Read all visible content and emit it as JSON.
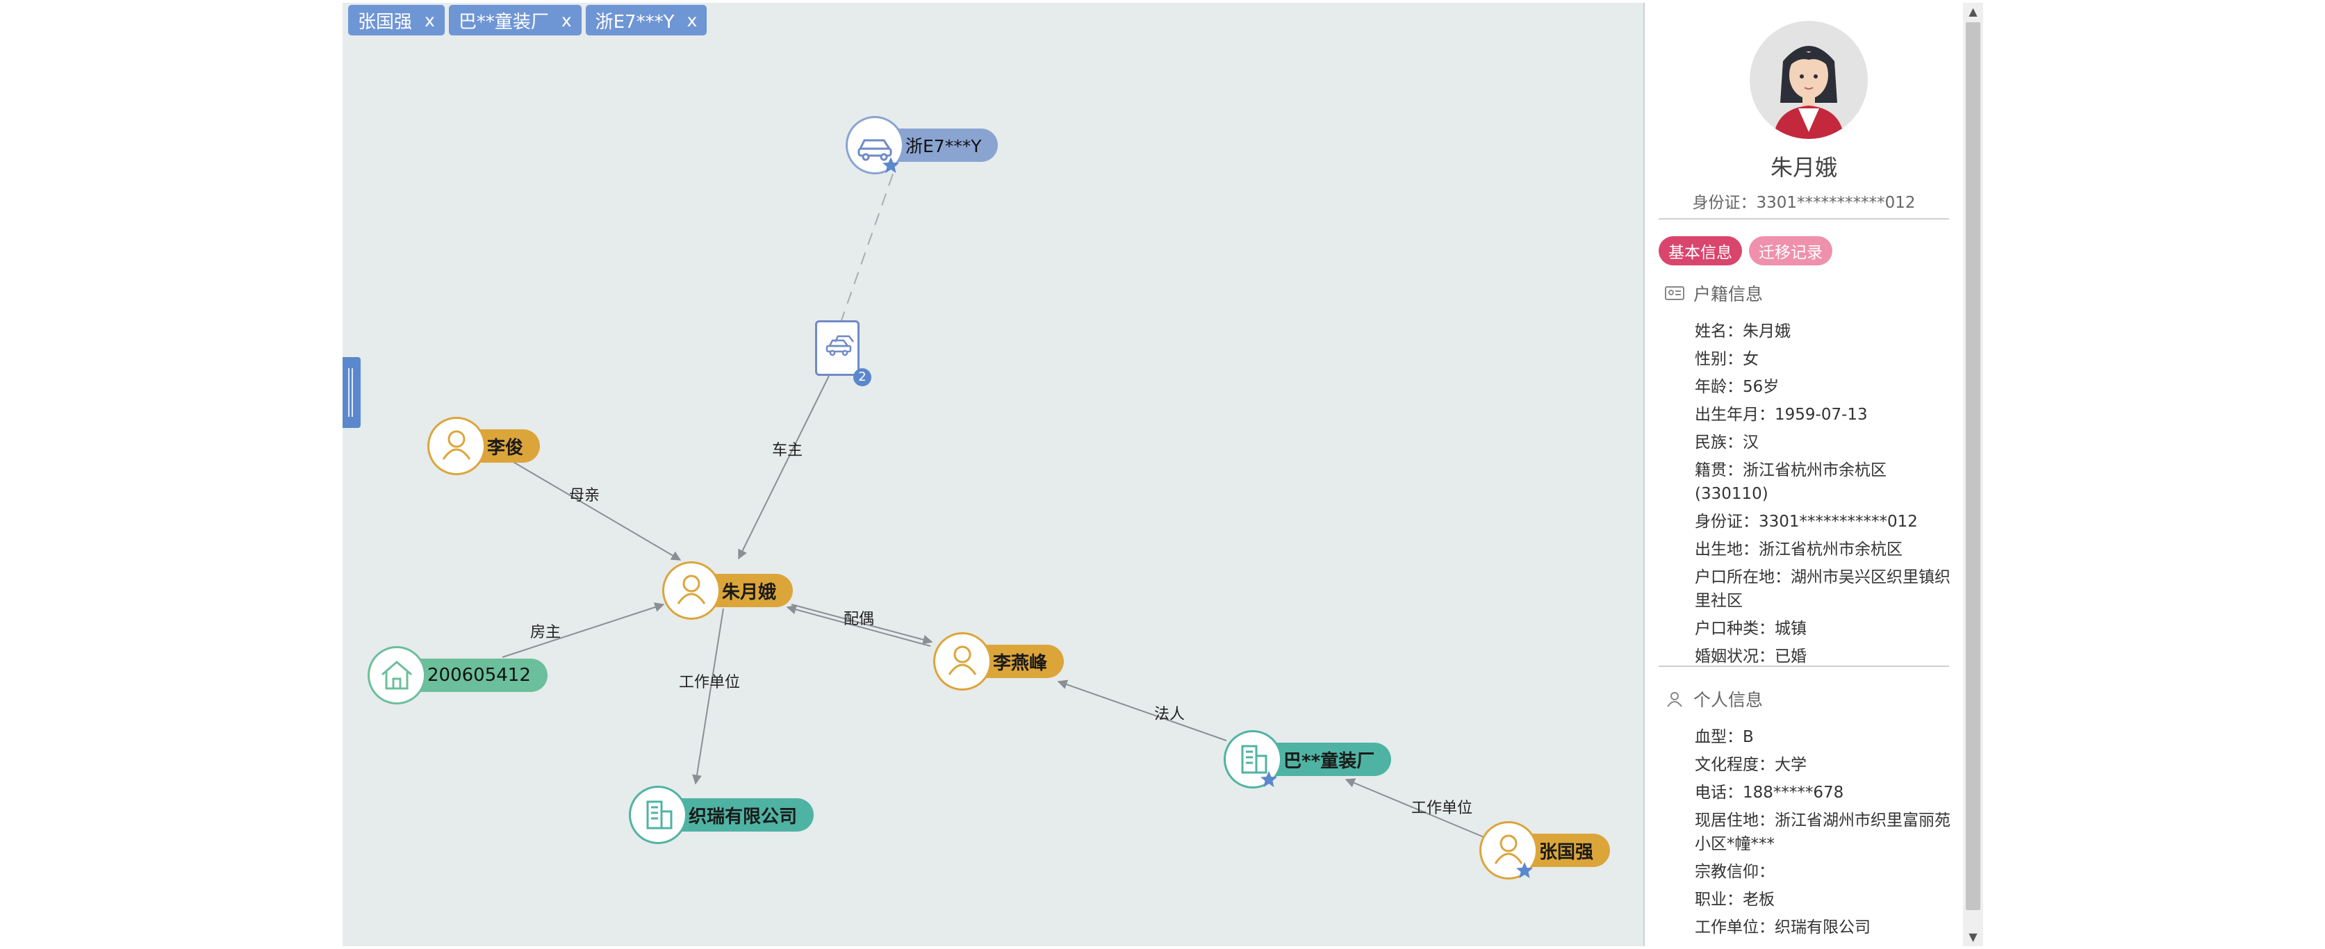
{
  "search_tags": [
    {
      "label": "张国强",
      "close": "x"
    },
    {
      "label": "巴**童装厂",
      "close": "x"
    },
    {
      "label": "浙E7***Y",
      "close": "x"
    }
  ],
  "nodes": {
    "li_jun": "李俊",
    "zhu_yuee": "朱月娥",
    "house_200605412": "200605412",
    "zhirui_company": "织瑞有限公司",
    "li_yanfeng": "李燕峰",
    "ba_factory": "巴**童装厂",
    "zhang_guoqiang": "张国强",
    "plate_zhe_e7": "浙E7***Y",
    "car_group_count": "2"
  },
  "edges": {
    "mother": "母亲",
    "owner": "车主",
    "householder": "房主",
    "workplace_1": "工作单位",
    "spouse": "配偶",
    "legal_person": "法人",
    "workplace_2": "工作单位"
  },
  "panel": {
    "name": "朱月娥",
    "id_line": "身份证：3301***********012",
    "tabs": {
      "basic": "基本信息",
      "migration": "迁移记录"
    },
    "household_title": "户籍信息",
    "household": [
      "姓名：朱月娥",
      "性别：女",
      "年龄：56岁",
      "出生年月：1959-07-13",
      "民族：汉",
      "籍贯：浙江省杭州市余杭区(330110)",
      "身份证：3301***********012",
      "出生地：浙江省杭州市余杭区",
      "户口所在地：湖州市吴兴区织里镇织里社区",
      "户口种类：城镇",
      "婚姻状况：已婚"
    ],
    "personal_title": "个人信息",
    "personal": [
      "血型：B",
      "文化程度：大学",
      "电话：188*****678",
      "现居住地：浙江省湖州市织里富丽苑小区*幢***",
      "宗教信仰：",
      "职业：老板",
      "工作单位：织瑞有限公司"
    ]
  },
  "colors": {
    "person": "#dca53a",
    "company": "#4fb3a3",
    "house": "#6bbf9b",
    "car": "#8aa4d2",
    "tag": "#6f96d4",
    "tab_active": "#d9456c",
    "tab_inactive": "#ef90ad"
  },
  "icons": {
    "person": "person-icon",
    "company": "building-icon",
    "house": "house-icon",
    "car": "car-icon",
    "cars": "cars-group-icon",
    "star": "star-icon",
    "id_card": "id-card-icon",
    "user": "user-icon"
  }
}
